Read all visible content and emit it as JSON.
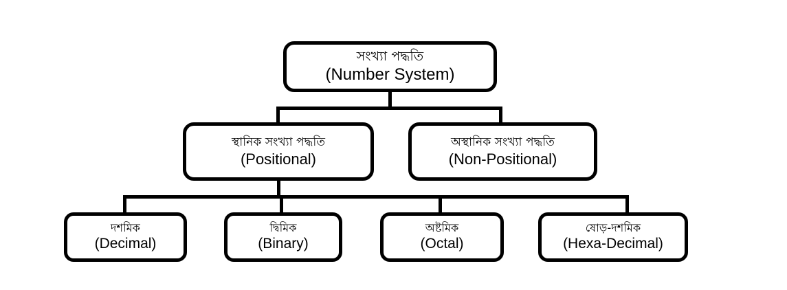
{
  "diagram": {
    "type": "hierarchy-tree",
    "title_bn": "সংখ্যা পদ্ধতি",
    "title_en": "(Number System)",
    "background_color": "#ffffff",
    "line_color": "#000000",
    "node_fill_color": "#ffffff",
    "levels": 3,
    "root": {
      "name": "number-system",
      "label_bn": "সংখ্যা পদ্ধতি",
      "label_en": "(Number System)"
    },
    "level2": [
      {
        "name": "positional",
        "label_bn": "স্থানিক সংখ্যা পদ্ধতি",
        "label_en": "(Positional)"
      },
      {
        "name": "non-positional",
        "label_bn": "অস্থানিক সংখ্যা পদ্ধতি",
        "label_en": "(Non-Positional)"
      }
    ],
    "level3": [
      {
        "name": "decimal",
        "label_bn": "দশমিক",
        "label_en": "(Decimal)"
      },
      {
        "name": "binary",
        "label_bn": "দ্বিমিক",
        "label_en": "(Binary)"
      },
      {
        "name": "octal",
        "label_bn": "অষ্টমিক",
        "label_en": "(Octal)"
      },
      {
        "name": "hexa-decimal",
        "label_bn": "ষোড়-দশমিক",
        "label_en": "(Hexa-Decimal)"
      }
    ]
  }
}
